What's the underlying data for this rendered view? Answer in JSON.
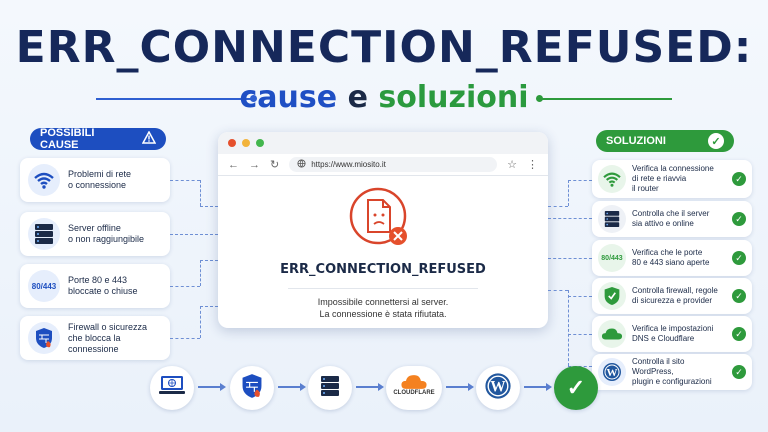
{
  "title": "ERR_CONNECTION_REFUSED:",
  "subtitle": {
    "part1": "cause",
    "part2": "e",
    "part3": "soluzioni"
  },
  "causes_header": {
    "label": "POSSIBILI CAUSE",
    "icon": "warning-icon"
  },
  "solutions_header": {
    "label": "SOLUZIONI",
    "icon": "check-icon"
  },
  "causes": [
    {
      "line1": "Problemi di rete",
      "line2": "o connessione",
      "icon": "wifi-icon"
    },
    {
      "line1": "Server offline",
      "line2": "o non raggiungibile",
      "icon": "server-icon"
    },
    {
      "line1": "Porte 80 e 443",
      "line2": "bloccate o chiuse",
      "icon": "ports-icon",
      "badge": "80/443"
    },
    {
      "line1": "Firewall o sicurezza",
      "line2": "che blocca la connessione",
      "icon": "firewall-icon"
    }
  ],
  "solutions": [
    {
      "line1": "Verifica la connessione",
      "line2": "di rete e riavvia",
      "line3": "il router",
      "icon": "wifi-icon"
    },
    {
      "line1": "Controlla che il server",
      "line2": "sia attivo e online",
      "line3": "",
      "icon": "server-icon"
    },
    {
      "line1": "Verifica che le porte",
      "line2": "80 e 443 siano aperte",
      "line3": "",
      "icon": "ports-icon",
      "badge": "80/443"
    },
    {
      "line1": "Controlla firewall, regole",
      "line2": "di sicurezza e provider",
      "line3": "",
      "icon": "shield-icon"
    },
    {
      "line1": "Verifica le impostazioni",
      "line2": "DNS e Cloudflare",
      "line3": "",
      "icon": "cloud-icon"
    },
    {
      "line1": "Controlla il sito WordPress,",
      "line2": "plugin e configurazioni",
      "line3": "",
      "icon": "wordpress-icon"
    }
  ],
  "browser": {
    "url": "https://www.miosito.it",
    "error_code": "ERR_CONNECTION_REFUSED",
    "message_line1": "Impossibile connettersi al server.",
    "message_line2": "La connessione è stata rifiutata."
  },
  "flow": {
    "cloudflare_label": "CLOUDFLARE",
    "nodes": [
      "computer-icon",
      "firewall-icon",
      "server-icon",
      "cloudflare-icon",
      "wordpress-icon",
      "check-icon"
    ]
  },
  "colors": {
    "primary": "#1d4ec0",
    "success": "#2e9a3c",
    "error": "#d9452b",
    "title": "#16285a"
  }
}
